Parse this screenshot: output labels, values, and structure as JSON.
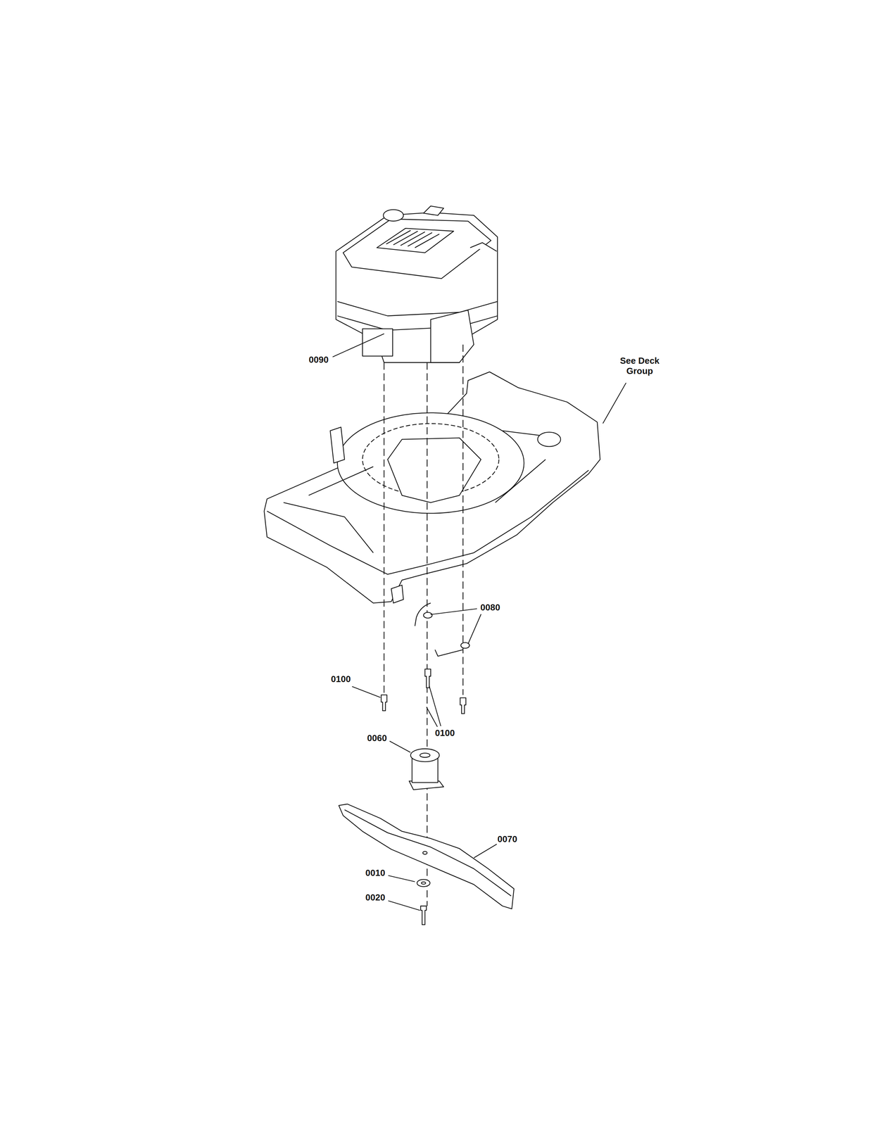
{
  "diagram": {
    "labels": [
      "0090",
      "See Deck Group",
      "0080",
      "0100",
      "0100",
      "0060",
      "0070",
      "0010",
      "0020"
    ]
  }
}
